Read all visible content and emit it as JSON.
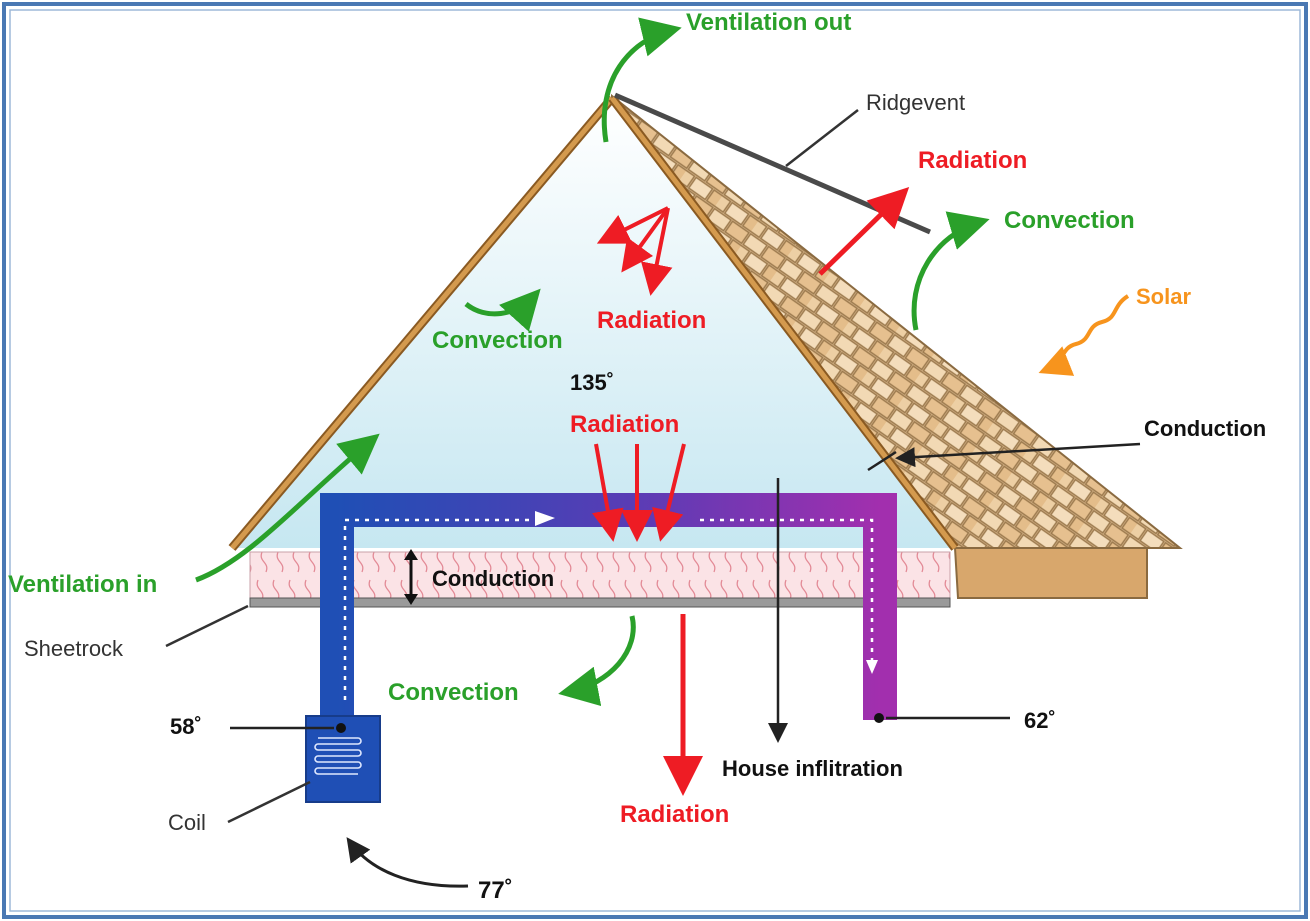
{
  "colors": {
    "ventilation": "#2aa02a",
    "radiation": "#ee1c24",
    "solar": "#f7941d",
    "plain": "#222222",
    "duct_blue": "#1f4fb5",
    "duct_purple": "#9b2fae",
    "sky": "#cfeaf2",
    "frame": "#4a78b3"
  },
  "labels": {
    "ventilation_out": "Ventilation out",
    "ridgevent": "Ridgevent",
    "radiation_roof": "Radiation",
    "convection_roof": "Convection",
    "solar": "Solar",
    "convection_attic": "Convection",
    "radiation_attic": "Radiation",
    "temp_attic": "135˚",
    "radiation_down": "Radiation",
    "conduction_roof": "Conduction",
    "ventilation_in": "Ventilation in",
    "conduction_ceiling": "Conduction",
    "sheetrock": "Sheetrock",
    "convection_room": "Convection",
    "temp_coil_in": "58˚",
    "temp_return": "62˚",
    "house_infiltration": "House inflitration",
    "coil": "Coil",
    "radiation_room": "Radiation",
    "temp_room": "77˚"
  }
}
